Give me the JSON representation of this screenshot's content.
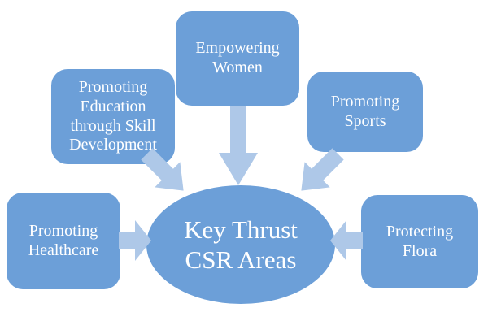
{
  "diagram": {
    "title": "Key Thrust CSR Areas",
    "center": {
      "line1": "Key Thrust",
      "line2": "CSR Areas"
    },
    "nodes": [
      {
        "id": "promoting-education",
        "label": "Promoting Education through Skill Development"
      },
      {
        "id": "empowering-women",
        "label": "Empowering Women"
      },
      {
        "id": "promoting-sports",
        "label": "Promoting Sports"
      },
      {
        "id": "promoting-healthcare",
        "label": "Promoting Healthcare"
      },
      {
        "id": "protecting-flora",
        "label": "Protecting Flora"
      }
    ],
    "arrows": [
      {
        "from": "empowering-women",
        "to": "center",
        "direction": "down"
      },
      {
        "from": "promoting-education",
        "to": "center",
        "direction": "down-right"
      },
      {
        "from": "promoting-sports",
        "to": "center",
        "direction": "down-left"
      },
      {
        "from": "promoting-healthcare",
        "to": "center",
        "direction": "right"
      },
      {
        "from": "protecting-flora",
        "to": "center",
        "direction": "left"
      }
    ],
    "colors": {
      "node_fill": "#6C9FD8",
      "arrow_fill": "#AEC8E8",
      "text": "#FFFFFF",
      "background": "#FFFFFF"
    }
  }
}
